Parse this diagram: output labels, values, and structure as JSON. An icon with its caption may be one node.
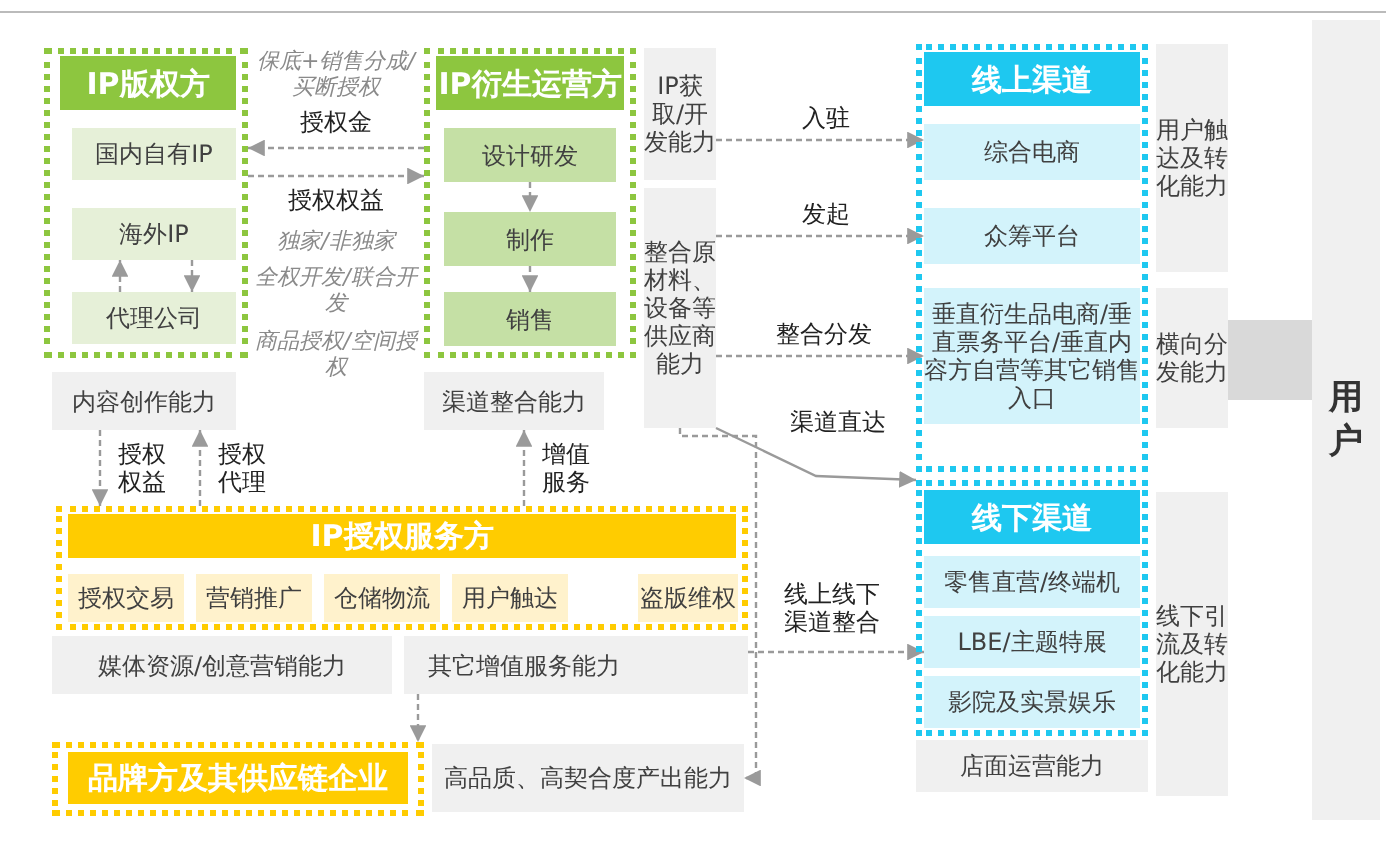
{
  "diagram": {
    "nodes": [
      {
        "text": [
          "IP版权方"
        ]
      },
      {
        "text": [
          "国内自有IP"
        ],
        "in": 0
      },
      {
        "text": [
          "海外IP"
        ],
        "in": 0
      },
      {
        "text": [
          "代理公司"
        ],
        "in": 0
      },
      {
        "text": [
          "IP衍生运营方"
        ]
      },
      {
        "text": [
          "设计研发"
        ],
        "in": 4
      },
      {
        "text": [
          "制作"
        ],
        "in": 4
      },
      {
        "text": [
          "销售"
        ],
        "in": 4
      },
      {
        "text": [
          "内容创作能力"
        ]
      },
      {
        "text": [
          "渠道整合能力"
        ]
      },
      {
        "text": [
          "IP获取/开发能力"
        ]
      },
      {
        "text": [
          "整合原材料、设备等供应商能力"
        ]
      },
      {
        "text": [
          "IP授权服务方"
        ]
      },
      {
        "text": [
          "授权交易"
        ],
        "in": 12
      },
      {
        "text": [
          "营销推广"
        ],
        "in": 12
      },
      {
        "text": [
          "仓储物流"
        ],
        "in": 12
      },
      {
        "text": [
          "用户触达"
        ],
        "in": 12
      },
      {
        "text": [
          "盗版维权"
        ],
        "in": 12
      },
      {
        "text": [
          "媒体资源/创意营销能力"
        ]
      },
      {
        "text": [
          "其它增值服务能力"
        ]
      },
      {
        "text": [
          "品牌方及其供应链企业"
        ]
      },
      {
        "text": [
          "高品质、高契合度产出能力"
        ]
      },
      {
        "text": [
          "线上渠道"
        ]
      },
      {
        "text": [
          "综合电商"
        ],
        "in": 22
      },
      {
        "text": [
          "众筹平台"
        ],
        "in": 22
      },
      {
        "text": [
          "垂直衍生品电商/垂直票务平台/垂直内容方自营等其它销售入口"
        ],
        "in": 22
      },
      {
        "text": [
          "线下渠道"
        ]
      },
      {
        "text": [
          "零售直营/终端机"
        ],
        "in": 26
      },
      {
        "text": [
          "LBE/主题特展"
        ],
        "in": 26
      },
      {
        "text": [
          "影院及实景娱乐"
        ],
        "in": 26
      },
      {
        "text": [
          "店面运营能力"
        ]
      },
      {
        "text": [
          "用户触达及转化能力"
        ]
      },
      {
        "text": [
          "横向分发能力"
        ]
      },
      {
        "text": [
          "线下引流及转化能力"
        ]
      },
      {
        "text": [
          "用户"
        ]
      }
    ],
    "edges": [
      {
        "from": 4,
        "to": 0,
        "arrow": "to",
        "label": "授权金",
        "style": "dashed"
      },
      {
        "from": 0,
        "to": 4,
        "arrow": "to",
        "label": "授权权益",
        "style": "dashed"
      },
      {
        "from": 3,
        "to": 2,
        "arrow": "to",
        "style": "dashed"
      },
      {
        "from": 2,
        "to": 3,
        "arrow": "to",
        "style": "dashed"
      },
      {
        "from": 5,
        "to": 6,
        "arrow": "to",
        "style": "dashed"
      },
      {
        "from": 6,
        "to": 7,
        "arrow": "to",
        "style": "dashed"
      },
      {
        "from": 8,
        "to": 12,
        "arrow": "to",
        "label": "授权权益",
        "style": "dashed"
      },
      {
        "from": 12,
        "to": 8,
        "arrow": "to",
        "label": "授权代理",
        "style": "dashed"
      },
      {
        "from": 12,
        "to": 9,
        "arrow": "to",
        "label": "增值服务",
        "style": "dashed"
      },
      {
        "from": 11,
        "to": 21,
        "arrow": "to",
        "style": "dashed"
      },
      {
        "from": 19,
        "to": 20,
        "arrow": "to",
        "style": "dashed"
      },
      {
        "from": 10,
        "to": 23,
        "arrow": "to",
        "label": "入驻",
        "style": "dashed"
      },
      {
        "from": 11,
        "to": 24,
        "arrow": "to",
        "label": "发起",
        "style": "dashed"
      },
      {
        "from": 11,
        "to": 25,
        "arrow": "to",
        "label": "整合分发",
        "style": "dashed"
      },
      {
        "from": 11,
        "to": 26,
        "arrow": "to",
        "label": "渠道直达"
      },
      {
        "from": 19,
        "to": 28,
        "arrow": "to",
        "label": "线上线下渠道整合",
        "style": "dashed"
      },
      {
        "from": 32,
        "to": 34,
        "arrow": "to",
        "style": "thick",
        "color": "#d9d9d9"
      }
    ],
    "labels": [
      "保底+销售分成/买断授权",
      "独家/非独家",
      "全权开发/联合开发",
      "商品授权/空间授权"
    ]
  }
}
